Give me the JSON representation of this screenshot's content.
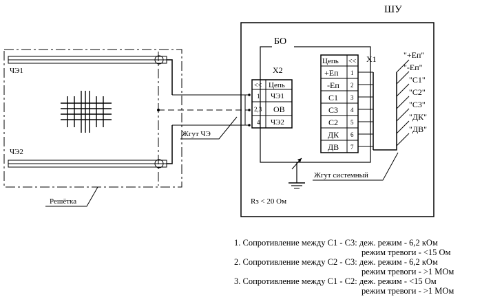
{
  "cabinet_label": "ШУ",
  "block_label": "БО",
  "grille_label": "Решётка",
  "harness_ce_label": "Жгут ЧЭ",
  "harness_system_label": "Жгут системный",
  "ground_label": "Rз < 20 Ом",
  "sensor_top": "ЧЭ1",
  "sensor_bottom": "ЧЭ2",
  "x2": {
    "name": "X2",
    "header_symbol": "<<",
    "header_circuit": "Цепь",
    "rows": [
      {
        "pin": "1",
        "circuit": "ЧЭ1"
      },
      {
        "pin": "2,3",
        "circuit": "ОВ"
      },
      {
        "pin": "4",
        "circuit": "ЧЭ2"
      }
    ]
  },
  "x1": {
    "name": "X1",
    "header_symbol": "<<",
    "header_circuit": "Цепь",
    "rows": [
      {
        "pin": "1",
        "circuit": "+Еп"
      },
      {
        "pin": "2",
        "circuit": "-Еп"
      },
      {
        "pin": "3",
        "circuit": "С1"
      },
      {
        "pin": "4",
        "circuit": "С3"
      },
      {
        "pin": "5",
        "circuit": "С2"
      },
      {
        "pin": "6",
        "circuit": "ДК"
      },
      {
        "pin": "7",
        "circuit": "ДВ"
      }
    ]
  },
  "wire_labels": [
    "\"+Еп\"",
    "\"-Еп\"",
    "\"С1\"",
    "\"С2\"",
    "\"С3\"",
    "\"ДК\"",
    "\"ДВ\""
  ],
  "notes": [
    {
      "head": "1. Сопротивление между С1 - С3:",
      "tail": "деж. режим  - 6,2 кОм",
      "sub": "режим тревоги - <15 Ом"
    },
    {
      "head": "2. Сопротивление между С2 - С3:",
      "tail": "деж. режим  - 6,2 кОм",
      "sub": "режим тревоги - >1 МОм"
    },
    {
      "head": "3. Сопротивление между С1 - С2:",
      "tail": "деж. режим - <15 Ом",
      "sub": "режим тревоги - >1 МОм"
    }
  ]
}
